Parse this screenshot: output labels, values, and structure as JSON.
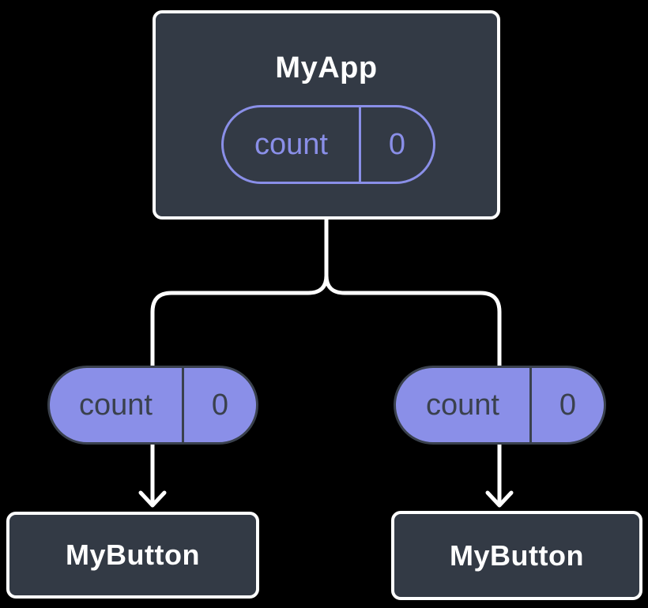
{
  "diagram": {
    "type": "component-tree",
    "background": "#000000",
    "colors": {
      "node_fill": "#333a45",
      "node_border": "#ffffff",
      "node_text": "#ffffff",
      "accent_purple": "#8a8fe8",
      "pill_dark_text": "#3a414d",
      "connector": "#ffffff"
    },
    "root": {
      "title": "MyApp",
      "state": {
        "name": "count",
        "value": "0"
      }
    },
    "props": [
      {
        "name": "count",
        "value": "0"
      },
      {
        "name": "count",
        "value": "0"
      }
    ],
    "children": [
      {
        "title": "MyButton"
      },
      {
        "title": "MyButton"
      }
    ]
  }
}
